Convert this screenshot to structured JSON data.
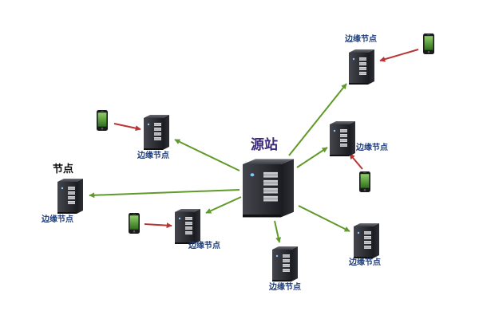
{
  "source": {
    "label": "源站"
  },
  "node_heading": {
    "label": "节点"
  },
  "edge_nodes": [
    {
      "label": "边缘节点"
    },
    {
      "label": "边缘节点"
    },
    {
      "label": "边缘节点"
    },
    {
      "label": "边缘节点"
    },
    {
      "label": "边缘节点"
    },
    {
      "label": "边缘节点"
    },
    {
      "label": "边缘节点"
    }
  ],
  "colors": {
    "origin_arrow": "#5f9a2a",
    "client_arrow": "#b93434",
    "edge_label": "#1f3e7a",
    "source_label": "#3d2a78",
    "heading_label": "#111111",
    "server_body": "#2a2b31",
    "phone_screen": "#4f9c2c"
  },
  "icons": {
    "server": "server-tower-icon",
    "phone": "smartphone-icon"
  }
}
